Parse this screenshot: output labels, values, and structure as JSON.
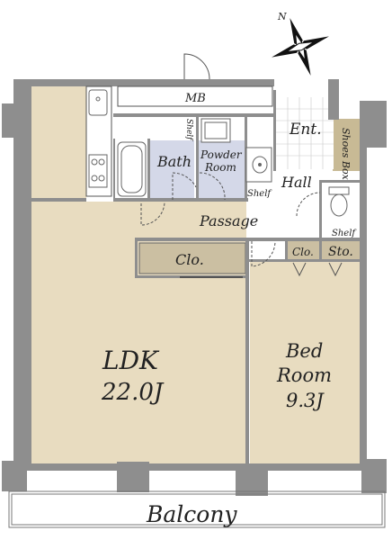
{
  "floorplan": {
    "compass": {
      "north_label": "N"
    },
    "rooms": {
      "ldk": {
        "label": "LDK",
        "area": "22.0J"
      },
      "bedroom": {
        "label_line1": "Bed",
        "label_line2": "Room",
        "area": "9.3J"
      },
      "mb": {
        "label": "MB"
      },
      "entrance": {
        "label": "Ent."
      },
      "shoes_box": {
        "label": "Shoes Box"
      },
      "bath": {
        "label": "Bath"
      },
      "powder_room": {
        "label_line1": "Powder",
        "label_line2": "Room"
      },
      "hall": {
        "label": "Hall"
      },
      "passage": {
        "label": "Passage"
      },
      "closet_ldk": {
        "label": "Clo."
      },
      "closet_bed": {
        "label": "Clo."
      },
      "storage": {
        "label": "Sto."
      },
      "shelf_top": {
        "label": "Shelf"
      },
      "shelf_mid": {
        "label": "Shelf"
      },
      "shelf_wc": {
        "label": "Shelf"
      },
      "balcony": {
        "label": "Balcony"
      }
    },
    "colors": {
      "wood_floor": "#e8dcc0",
      "wet_area": "#d4d8e8",
      "closet": "#cbbfa2",
      "shoes": "#c8ba95",
      "wall": "#8e8e8e"
    }
  }
}
